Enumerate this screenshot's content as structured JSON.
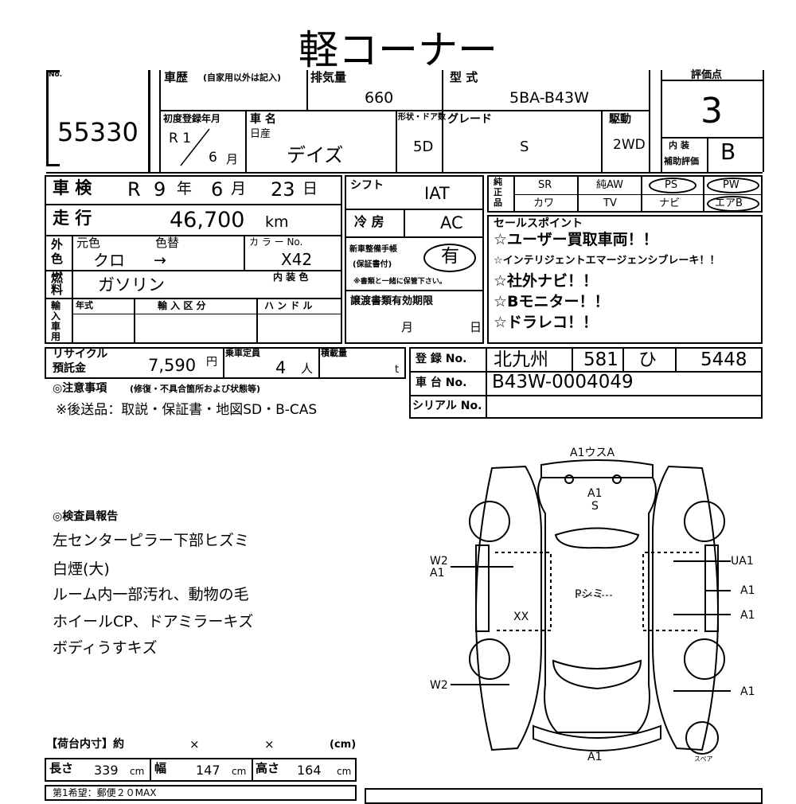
{
  "title": "軽コーナー",
  "lot": {
    "label": "No.",
    "number": "55330"
  },
  "header": {
    "history_label": "車歴",
    "history_note": "(自家用以外は記入)",
    "displacement_label": "排気量",
    "displacement": "660",
    "model_label": "型 式",
    "model": "5BA-B43W",
    "score_label": "評価点",
    "score": "3"
  },
  "row2": {
    "first_reg_label": "初度登録年月",
    "first_reg_year": "R 1",
    "first_reg_month": "6",
    "month_unit": "月",
    "car_name_label": "車 名",
    "maker": "日産",
    "car_name": "デイズ",
    "shape_label": "形状・ドア数",
    "shape": "5D",
    "grade_label": "グレード",
    "grade": "S",
    "drive_label": "駆動",
    "drive": "2WD",
    "interior_label_1": "内 装",
    "interior_label_2": "補助評価",
    "interior": "B"
  },
  "inspection": {
    "label": "車 検",
    "era": "R",
    "year": "9",
    "year_unit": "年",
    "month": "6",
    "month_unit": "月",
    "day": "23",
    "day_unit": "日"
  },
  "mileage": {
    "label": "走 行",
    "value": "46,700",
    "unit": "km"
  },
  "shift": {
    "label": "シフト",
    "value": "IAT"
  },
  "ac": {
    "label": "冷 房",
    "value": "AC"
  },
  "equipment": {
    "label": "純正品",
    "row1": [
      "SR",
      "純AW",
      "PS",
      "PW"
    ],
    "row2": [
      "カワ",
      "TV",
      "ナビ",
      "エアB"
    ]
  },
  "color": {
    "label": "外色",
    "orig_label": "元色",
    "change_label": "色替",
    "orig": "クロ",
    "arrow": "→",
    "color_no_label": "カ ラ ー No.",
    "color_no": "X42",
    "interior_color_label": "内 装 色"
  },
  "manual": {
    "label_1": "新車整備手帳",
    "label_2": "(保証書付)",
    "value": "有",
    "note": "※書類と一緒に保管下さい。"
  },
  "fuel": {
    "label": "燃料",
    "value": "ガソリン"
  },
  "import": {
    "label": "輸入車用",
    "year_label": "年式",
    "class_label": "輸 入 区 分",
    "handle_label": "ハ ン ド ル"
  },
  "transfer": {
    "label": "譲渡書類有効期限",
    "month": "月",
    "day": "日"
  },
  "sales": {
    "label": "セールスポイント",
    "points": [
      "☆ユーザー買取車両！！",
      "☆インテリジェントエマージェンシブレーキ！！",
      "☆社外ナビ！！",
      "☆Bモニター！！",
      "☆ドラレコ！！"
    ]
  },
  "recycle": {
    "label_1": "リサイクル",
    "label_2": "預託金",
    "value": "7,590",
    "unit": "円"
  },
  "capacity": {
    "label": "乗車定員",
    "value": "4",
    "unit": "人"
  },
  "load": {
    "label": "積載量",
    "unit": "t"
  },
  "registration": {
    "reg_label": "登 録 No.",
    "reg_area": "北九州",
    "reg_class": "581",
    "reg_kana": "ひ",
    "reg_number": "5448",
    "chassis_label": "車 台 No.",
    "chassis": "B43W-0004049",
    "serial_label": "シリアル No."
  },
  "notes": {
    "label": "◎注意事項",
    "label_note": "(修復・不具合箇所および状態等)",
    "text": "※後送品：取説・保証書・地図SD・B-CAS"
  },
  "inspector": {
    "label": "◎検査員報告",
    "lines": [
      "左センターピラー下部ヒズミ",
      "白煙(大)",
      "ルーム内一部汚れ、動物の毛",
      "ホイールCP、ドアミラーキズ",
      "ボディうすキズ"
    ]
  },
  "diagram": {
    "top": "A1ウスA",
    "front_1": "A1",
    "front_2": "S",
    "left_1": "W2",
    "left_2": "A1",
    "center": "Pシミ",
    "xx": "XX",
    "left_rear": "W2",
    "right_1": "UA1",
    "right_2": "A1",
    "right_3": "A1",
    "right_4": "A1",
    "bottom": "A1",
    "spare": "スペア"
  },
  "cargo": {
    "label": "【荷台内寸】約",
    "x1": "×",
    "x2": "×",
    "unit": "(cm)",
    "length_label": "長さ",
    "length": "339",
    "width_label": "幅",
    "width": "147",
    "height_label": "高さ",
    "height": "164",
    "cm": "cm",
    "footer": "第1希望：郵便２０MAX"
  }
}
